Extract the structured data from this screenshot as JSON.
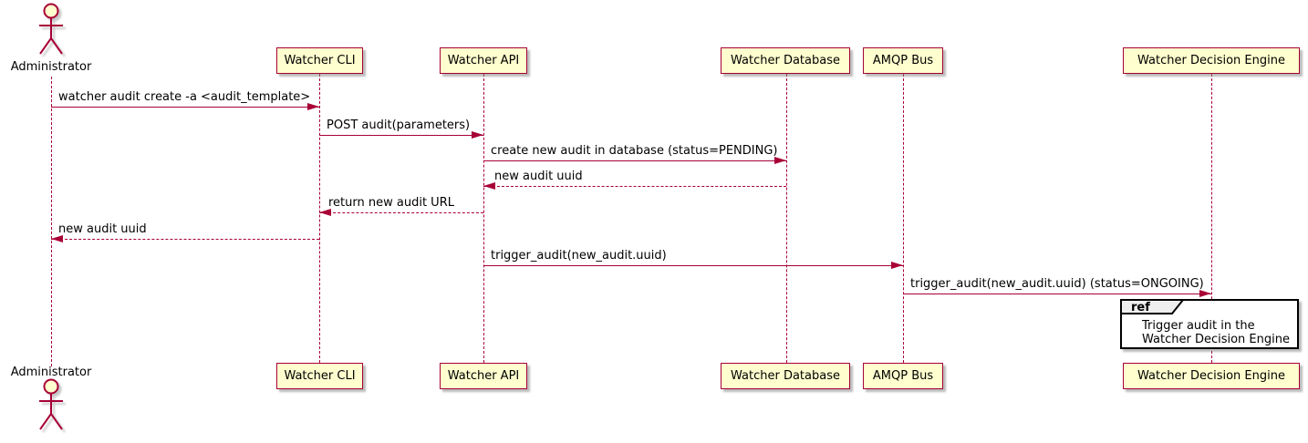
{
  "diagram_type": "sequence-diagram",
  "colors": {
    "participant_fill": "#FEFECE",
    "participant_border": "#A80036",
    "lifeline": "#A80036",
    "arrow": "#A80036",
    "actor_stroke": "#A80036",
    "ref_border": "#000000",
    "ref_tab_fill": "#EEEEEE",
    "text": "#000000",
    "background": "#FFFFFF"
  },
  "actor": {
    "name": "Administrator"
  },
  "participants": [
    {
      "label": "Watcher CLI"
    },
    {
      "label": "Watcher API"
    },
    {
      "label": "Watcher Database"
    },
    {
      "label": "AMQP Bus"
    },
    {
      "label": "Watcher Decision Engine"
    }
  ],
  "messages": [
    {
      "from": "Administrator",
      "to": "Watcher CLI",
      "style": "solid",
      "text": "watcher audit create -a <audit_template>"
    },
    {
      "from": "Watcher CLI",
      "to": "Watcher API",
      "style": "solid",
      "text": "POST audit(parameters)"
    },
    {
      "from": "Watcher API",
      "to": "Watcher Database",
      "style": "solid",
      "text": "create new audit in database (status=PENDING)"
    },
    {
      "from": "Watcher Database",
      "to": "Watcher API",
      "style": "dashed",
      "text": "new audit uuid"
    },
    {
      "from": "Watcher API",
      "to": "Watcher CLI",
      "style": "dashed",
      "text": "return new audit URL"
    },
    {
      "from": "Watcher CLI",
      "to": "Administrator",
      "style": "dashed",
      "text": "new audit uuid"
    },
    {
      "from": "Watcher API",
      "to": "AMQP Bus",
      "style": "solid",
      "text": "trigger_audit(new_audit.uuid)"
    },
    {
      "from": "AMQP Bus",
      "to": "Watcher Decision Engine",
      "style": "solid",
      "text": "trigger_audit(new_audit.uuid) (status=ONGOING)"
    }
  ],
  "ref_fragment": {
    "tab_label": "ref",
    "text_line1": "Trigger audit in the",
    "text_line2": "Watcher Decision Engine"
  }
}
